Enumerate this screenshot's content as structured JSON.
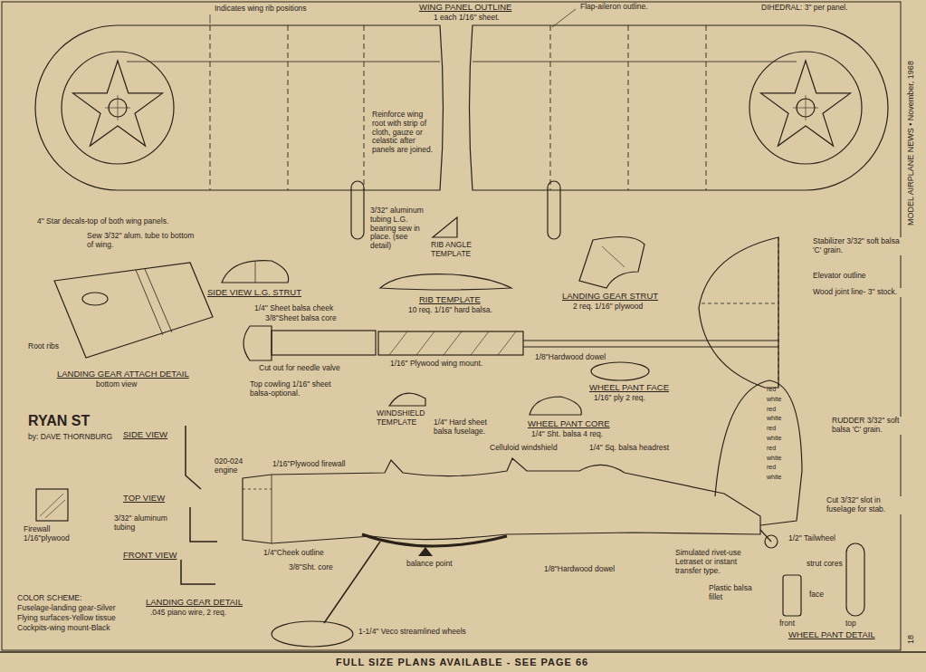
{
  "diagram": {
    "title": "RYAN ST",
    "caption": "FULL SIZE PLANS AVAILABLE - SEE PAGE 66",
    "labels": [
      "Indicates wing rib positions",
      "WING PANEL OUTLINE",
      "1 each 1/16\" sheet.",
      "Flap-aileron outline.",
      "DIHEDRAL: 3\" per panel.",
      "MODEL AIRPLANE NEWS • November, 1968",
      "Reinforce wing root with strip of cloth, gauze or celastic after panels are joined.",
      "4\" Star decals-top of both wing panels.",
      "3/32\" aluminum tubing L.G. bearing sew in place. (see detail)",
      "RIB ANGLE TEMPLATE",
      "Sew 3/32\" alum. tube to bottom of wing.",
      "Root ribs",
      "LANDING GEAR ATTACH DETAIL",
      "bottom view",
      "SIDE VIEW L.G. STRUT",
      "RIB TEMPLATE",
      "10 req. 1/16\" hard balsa.",
      "LANDING GEAR STRUT",
      "2 req. 1/16\" plywood",
      "Stabilizer 3/32\" soft balsa 'C' grain.",
      "Elevator outline",
      "Wood joint line- 3\" stock.",
      "1/4\" Sheet balsa cheek",
      "3/8\"Sheet balsa core",
      "1/8\"Hardwood dowel",
      "Cut out for needle valve",
      "1/16\" Plywood wing mount.",
      "Top cowling 1/16\" sheet balsa-optional.",
      "WHEEL PANT FACE",
      "1/16\" ply 2 req.",
      "WINDSHIELD TEMPLATE",
      "WHEEL PANT CORE",
      "1/4\" Sht. balsa 4 req.",
      "by: DAVE THORNBURG",
      "1/4\" Hard sheet balsa fuselage.",
      "Celluloid windshield",
      "1/4\" Sq. balsa headrest",
      "red",
      "white",
      "red",
      "white",
      "red",
      "white",
      "red",
      "white",
      "red",
      "white",
      "SIDE VIEW",
      "020-024 engine",
      "1/16\"Plywood firewall",
      "Firewall 1/16\"plywood",
      "TOP VIEW",
      "3/32\" aluminum tubing",
      "FRONT VIEW",
      "1/4\"Cheek outline",
      "3/8\"Sht. core",
      "balance point",
      "1/8\"Hardwood dowel",
      "Simulated rivet-use Letraset or instant transfer type.",
      "RUDDER 3/32\" soft balsa 'C' grain.",
      "Cut 3/32\" slot in fuselage for stab.",
      "1/2\" Tailwheel",
      "strut cores",
      "face",
      "front",
      "top",
      "WHEEL PANT DETAIL",
      "Plastic balsa fillet",
      "COLOR SCHEME:",
      "Fuselage-landing gear-Silver",
      "Flying surfaces-Yellow tissue",
      "Cockpits-wing mount-Black",
      "LANDING GEAR DETAIL",
      ".045 piano wire, 2 req.",
      "1-1/4\" Veco streamlined wheels",
      "18"
    ]
  }
}
